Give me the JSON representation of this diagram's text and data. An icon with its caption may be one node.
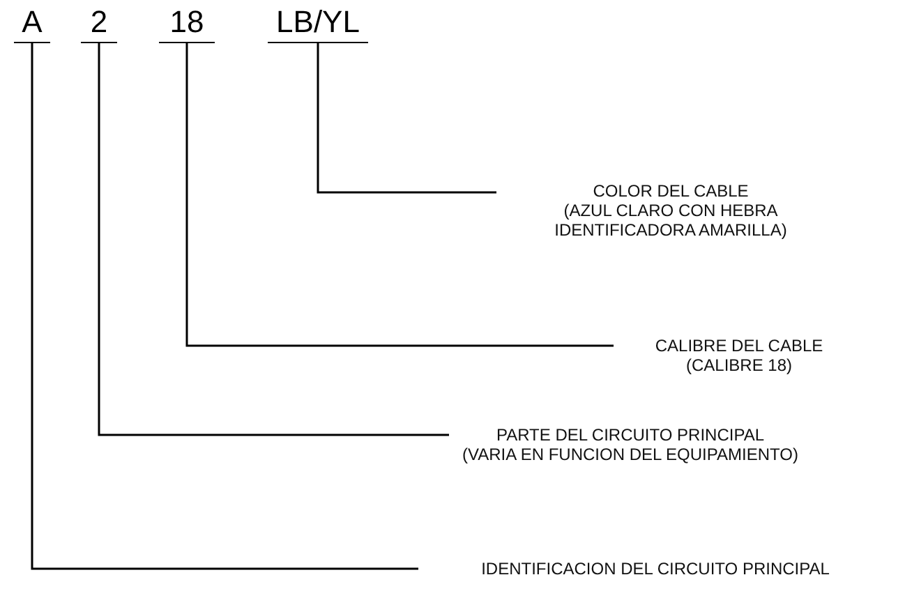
{
  "diagram": {
    "nodes": [
      {
        "text": [
          "A"
        ]
      },
      {
        "text": [
          "2"
        ]
      },
      {
        "text": [
          "18"
        ]
      },
      {
        "text": [
          "LB/YL"
        ]
      },
      {
        "text": [
          "COLOR DEL CABLE",
          "(AZUL CLARO CON HEBRA IDENTIFICADORA AMARILLA)"
        ]
      },
      {
        "text": [
          "CALIBRE DEL CABLE",
          "(CALIBRE 18)"
        ]
      },
      {
        "text": [
          "PARTE DEL CIRCUITO PRINCIPAL",
          "(VARIA EN FUNCION DEL EQUIPAMIENTO)"
        ]
      },
      {
        "text": [
          "IDENTIFICACION DEL CIRCUITO PRINCIPAL"
        ]
      }
    ],
    "edges": [
      {
        "from": 4,
        "to": 3,
        "arrow": "none"
      },
      {
        "from": 5,
        "to": 2,
        "arrow": "none"
      },
      {
        "from": 6,
        "to": 1,
        "arrow": "none"
      },
      {
        "from": 7,
        "to": 0,
        "arrow": "none"
      }
    ]
  }
}
